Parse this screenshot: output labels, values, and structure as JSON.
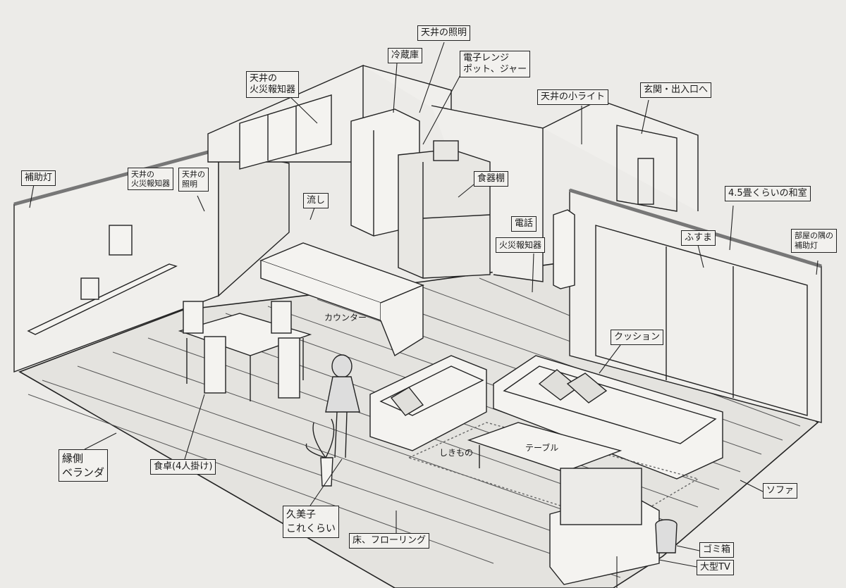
{
  "labels": {
    "ceiling_light_kitchen": "天井の照明",
    "refrigerator": "冷蔵庫",
    "microwave_line1": "電子レンジ",
    "microwave_line2": "ポット、ジャー",
    "smoke_detector_top_line1": "天井の",
    "smoke_detector_top_line2": "火災報知器",
    "ceiling_small_light": "天井の小ライト",
    "entrance": "玄関・出入口へ",
    "auxiliary_light": "補助灯",
    "smoke_detector_left_line1": "天井の",
    "smoke_detector_left_line2": "火災報知器",
    "ceiling_light_dining_line1": "天井の",
    "ceiling_light_dining_line2": "照明",
    "sink": "流し",
    "cupboard": "食器棚",
    "telephone": "電話",
    "fire_alarm": "火災報知器",
    "tatami_room": "4.5畳くらいの和室",
    "fusuma": "ふすま",
    "corner_light_line1": "部屋の隅の",
    "corner_light_line2": "補助灯",
    "counter": "カウンター",
    "cushion": "クッション",
    "veranda_line1": "縁側",
    "veranda_line2": "ベランダ",
    "dining_table": "食卓(4人掛け)",
    "rug": "しきもの",
    "table": "テーブル",
    "sofa": "ソファ",
    "kumiko_line1": "久美子",
    "kumiko_line2": "これくらい",
    "floor": "床、フローリング",
    "trash_can": "ゴミ箱",
    "large_tv": "大型TV"
  },
  "colors": {
    "ink": "#222222",
    "paper": "#ecebe8"
  }
}
